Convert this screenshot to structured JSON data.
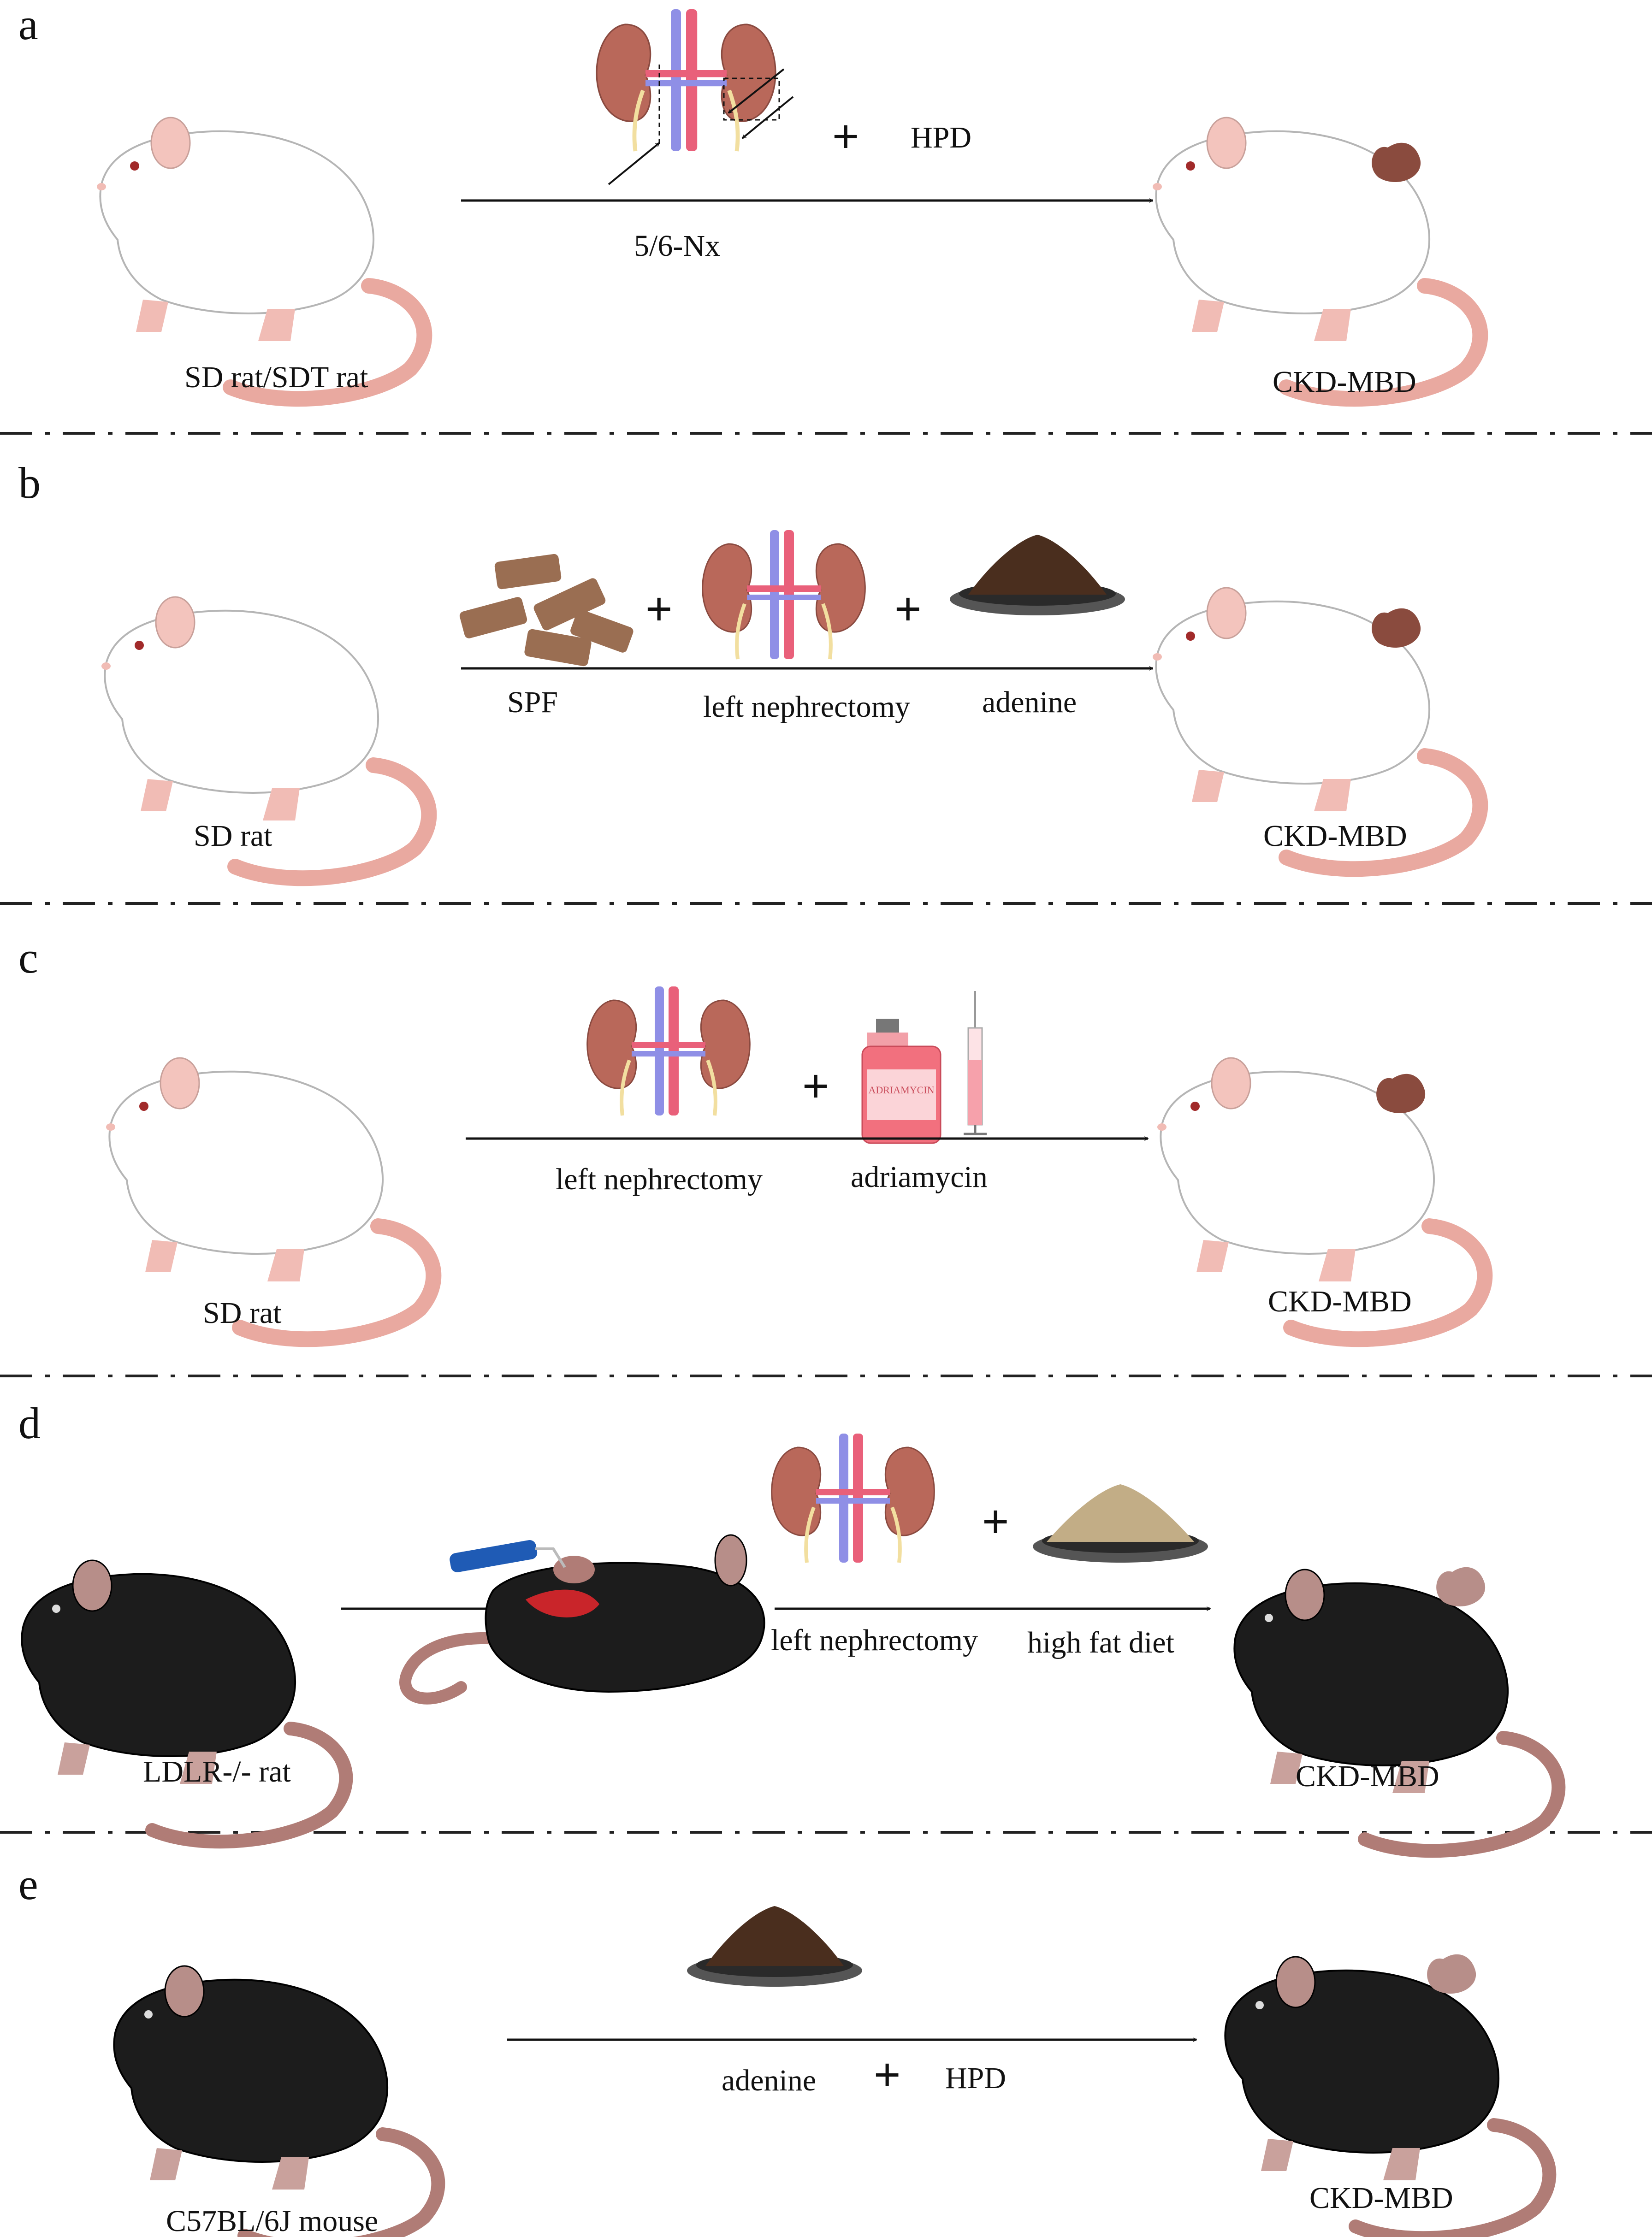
{
  "panels": [
    {
      "letter": "a",
      "left": "SD rat/SDT rat",
      "right": "CKD-MBD",
      "steps": [
        "5/6-Nx",
        "HPD"
      ]
    },
    {
      "letter": "b",
      "left": "SD rat",
      "right": "CKD-MBD",
      "steps": [
        "SPF",
        "left nephrectomy",
        "adenine"
      ]
    },
    {
      "letter": "c",
      "left": "SD rat",
      "right": "CKD-MBD",
      "steps": [
        "left nephrectomy",
        "adriamycin"
      ],
      "vial_text": "ADRIAMYCIN"
    },
    {
      "letter": "d",
      "left": "LDLR-/-  rat",
      "right": "CKD-MBD",
      "steps": [
        "left nephrectomy",
        "high fat diet"
      ]
    },
    {
      "letter": "e",
      "left": "C57BL/6J mouse",
      "right": "CKD-MBD",
      "steps": [
        "adenine",
        "HPD"
      ]
    }
  ],
  "plus_sign": "+",
  "colors": {
    "white_rat": "#ffffff",
    "black_mouse": "#1c1c1c",
    "tail": "#e9a9a0",
    "kidney": "#b9685a",
    "artery": "#e9607a",
    "vein": "#8f8fe6",
    "ureter": "#f2dfa0",
    "arrow": "#111111",
    "divider": "#222222"
  }
}
